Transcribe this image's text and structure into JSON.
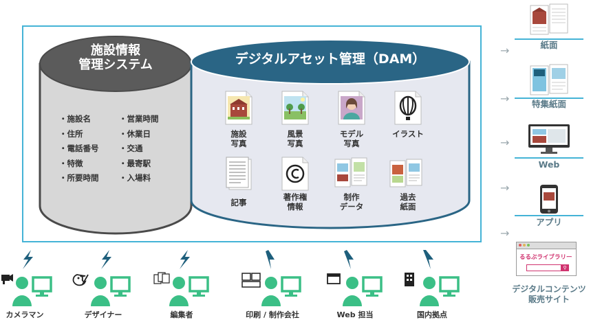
{
  "facility": {
    "title_line1": "施設情報",
    "title_line2": "管理システム",
    "items_left": [
      "・施設名",
      "・住所",
      "・電話番号",
      "・特徴",
      "・所要時間"
    ],
    "items_right": [
      "・営業時間",
      "・休業日",
      "・交通",
      "・最寄駅",
      "・入場料"
    ]
  },
  "dam": {
    "title": "デジタルアセット管理（DAM）",
    "assets": [
      {
        "label": "施設\n写真",
        "icon": "building-photo-icon"
      },
      {
        "label": "風景\n写真",
        "icon": "landscape-photo-icon"
      },
      {
        "label": "モデル\n写真",
        "icon": "model-photo-icon"
      },
      {
        "label": "イラスト",
        "icon": "balloon-illustration-icon"
      },
      {
        "label": "記事",
        "icon": "article-document-icon"
      },
      {
        "label": "著作権\n情報",
        "icon": "copyright-icon"
      },
      {
        "label": "制作\nデータ",
        "icon": "production-data-icon"
      },
      {
        "label": "過去\n紙面",
        "icon": "past-paper-icon"
      }
    ]
  },
  "outputs": [
    {
      "label": "紙面",
      "icon": "newspaper-icon"
    },
    {
      "label": "特集紙面",
      "icon": "feature-paper-icon"
    },
    {
      "label": "Web",
      "icon": "monitor-icon"
    },
    {
      "label": "アプリ",
      "icon": "smartphone-icon"
    },
    {
      "label": "デジタルコンテンツ\n販売サイト",
      "icon": "browser-store-icon",
      "site_name": "るるぶライブラリー"
    }
  ],
  "people": [
    {
      "label": "カメラマン",
      "icon": "video-camera-icon"
    },
    {
      "label": "デザイナー",
      "icon": "palette-icon"
    },
    {
      "label": "編集者",
      "icon": "documents-icon"
    },
    {
      "label": "印刷 / 制作会社",
      "icon": "layout-icon"
    },
    {
      "label": "Web 担当",
      "icon": "browser-window-icon"
    },
    {
      "label": "国内拠点",
      "icon": "office-building-icon"
    }
  ],
  "colors": {
    "frame": "#44b3d6",
    "facility_cylinder_top": "#5b5b5b",
    "facility_cylinder_body": "#d7d7d7",
    "dam_cylinder_top": "#2a6585",
    "dam_cylinder_body": "#e6e8f0",
    "person": "#3bbf86",
    "bolt": "#1e5f7c"
  }
}
